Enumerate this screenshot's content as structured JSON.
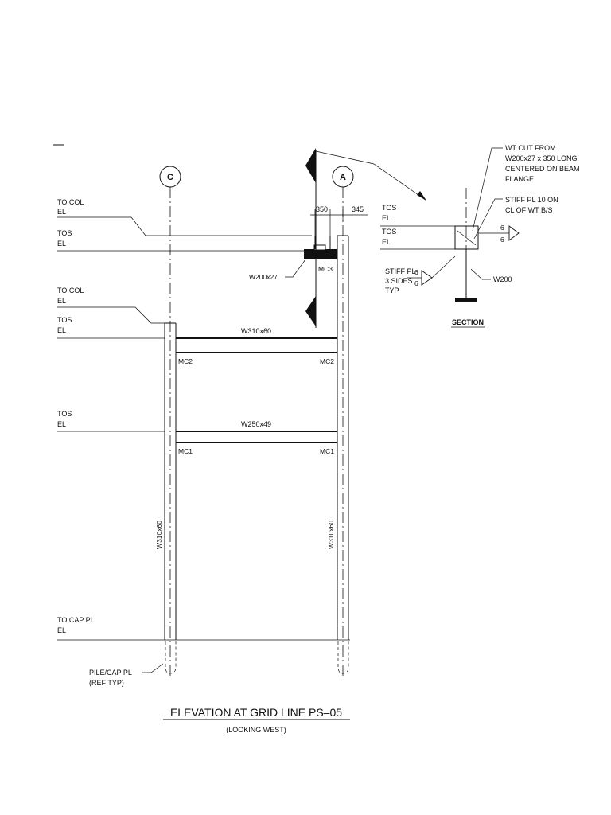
{
  "grid_bubbles": {
    "left": "C",
    "right": "A"
  },
  "levels": {
    "to_col_top_1": "TO COL",
    "to_col_top_2": "EL",
    "tos_upper_1": "TOS",
    "tos_upper_2": "EL",
    "to_col_mid_1": "TO COL",
    "to_col_mid_2": "EL",
    "tos_mid_1": "TOS",
    "tos_mid_2": "EL",
    "tos_low_1": "TOS",
    "tos_low_2": "EL",
    "to_cap_1": "TO CAP PL",
    "to_cap_2": "EL"
  },
  "dimensions": {
    "left": "350",
    "right": "345"
  },
  "members": {
    "w200": "W200x27",
    "mc3": "MC3",
    "beam_upper": "W310x60",
    "beam_lower": "W250x49",
    "col_left": "W310x60",
    "col_right": "W310x60",
    "mc2_left": "MC2",
    "mc2_right": "MC2",
    "mc1_left": "MC1",
    "mc1_right": "MC1"
  },
  "pile_note": {
    "line1": "PILE/CAP PL",
    "line2": "(REF TYP)"
  },
  "section": {
    "note1_l1": "WT CUT FROM",
    "note1_l2": "W200x27 x 350 LONG",
    "note1_l3": "CENTERED ON BEAM",
    "note1_l4": "FLANGE",
    "note2_l1": "STIFF PL 10 ON",
    "note2_l2": "CL OF WT B/S",
    "tos1_1": "TOS",
    "tos1_2": "EL",
    "tos2_1": "TOS",
    "tos2_2": "EL",
    "stiff_l1": "STIFF PL",
    "stiff_l2": "3 SIDES",
    "stiff_l3": "TYP",
    "weld_a": "6",
    "weld_b": "6",
    "weld_c": "6",
    "weld_d": "6",
    "w200": "W200",
    "label": "SECTION"
  },
  "title": "ELEVATION AT GRID LINE PS–05",
  "subtitle": "(LOOKING WEST)"
}
